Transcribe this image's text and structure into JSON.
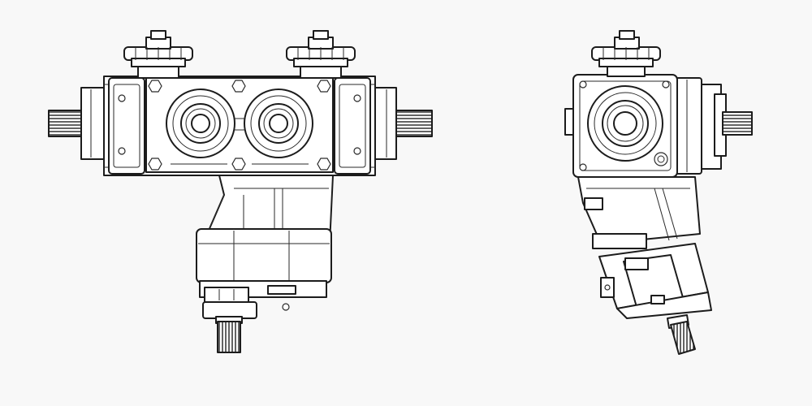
{
  "drawing": {
    "subject": "gearbox-with-hydraulic-motor",
    "views": [
      {
        "key": "front",
        "label": ""
      },
      {
        "key": "side",
        "label": ""
      }
    ]
  },
  "colors": {
    "background": "#f8f8f8",
    "linework": "#1c1c1c",
    "fill": "#ffffff"
  }
}
